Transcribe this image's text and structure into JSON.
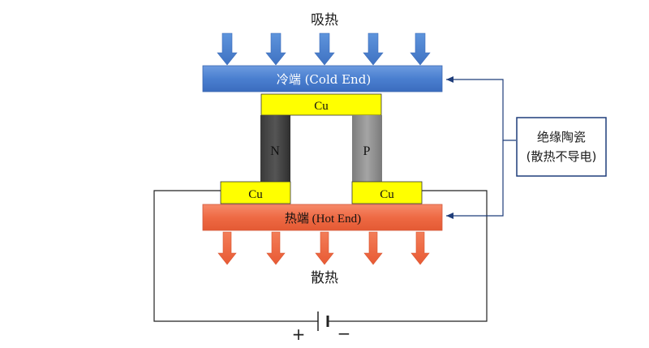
{
  "labels": {
    "absorb_heat": "吸热",
    "release_heat": "散热",
    "cold_end": "冷端 (Cold End)",
    "hot_end": "热端 (Hot End)",
    "cu_top": "Cu",
    "cu_left": "Cu",
    "cu_right": "Cu",
    "n_type": "N",
    "p_type": "P",
    "ceramic_line1": "绝缘陶瓷",
    "ceramic_line2": "(散热不导电)",
    "battery_plus": "+",
    "battery_minus": "−"
  },
  "colors": {
    "cold_plate": "#4a7fd0",
    "hot_plate": "#ee6a44",
    "cold_arrow": "#4f86d2",
    "hot_arrow": "#ef6a45",
    "copper": "#ffff00",
    "n_semiconductor": "#444444",
    "p_semiconductor": "#909090",
    "callout_border": "#1f3d7a",
    "callout_arrow": "#1f3d7a",
    "wire": "#222222"
  }
}
